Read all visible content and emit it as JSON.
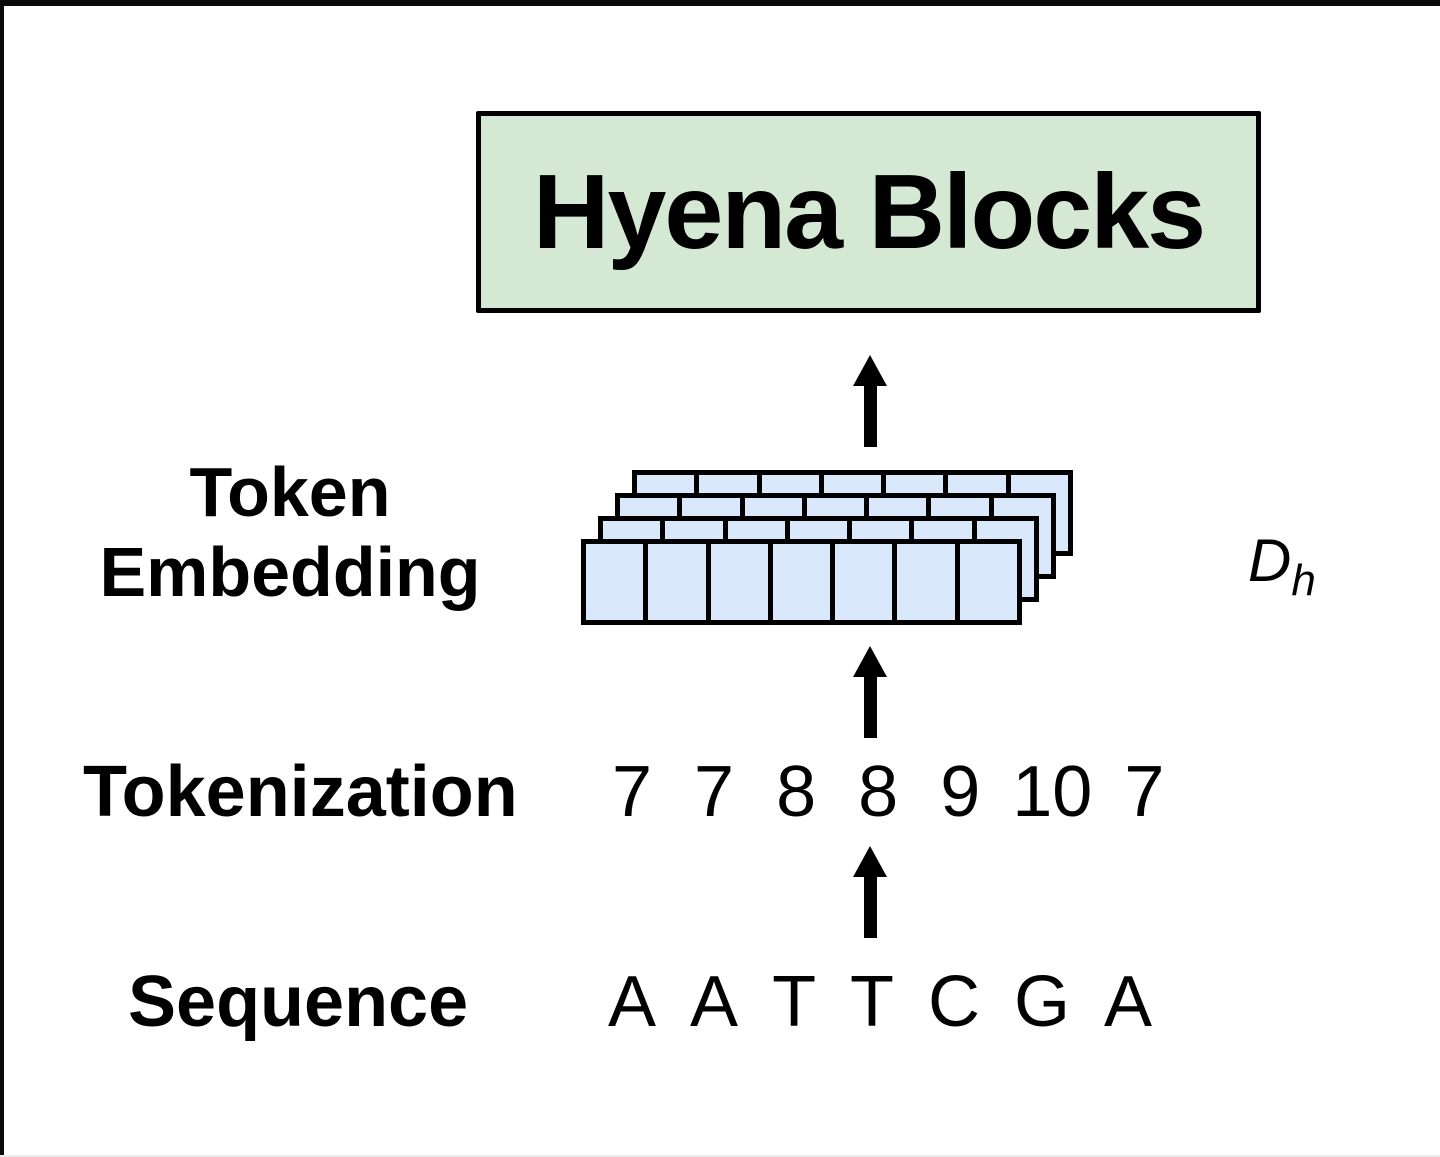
{
  "diagram": {
    "hyena_box": {
      "label": "Hyena Blocks"
    },
    "token_embedding": {
      "label_line1": "Token",
      "label_line2": "Embedding",
      "layers": 4,
      "cells_per_layer": 7,
      "dim_label_base": "D",
      "dim_label_sub": "h"
    },
    "tokenization": {
      "label": "Tokenization",
      "tokens": [
        "7",
        "7",
        "8",
        "8",
        "9",
        "10",
        "7"
      ]
    },
    "sequence": {
      "label": "Sequence",
      "letters": [
        "A",
        "A",
        "T",
        "T",
        "C",
        "G",
        "A"
      ]
    },
    "icons": [
      "up-arrow-icon",
      "up-arrow-icon",
      "up-arrow-icon"
    ],
    "colors": {
      "hyena_box_fill": "#d5e8d4",
      "embedding_cell_fill": "#dae8fc",
      "outline": "#000000",
      "background": "#ffffff"
    }
  }
}
